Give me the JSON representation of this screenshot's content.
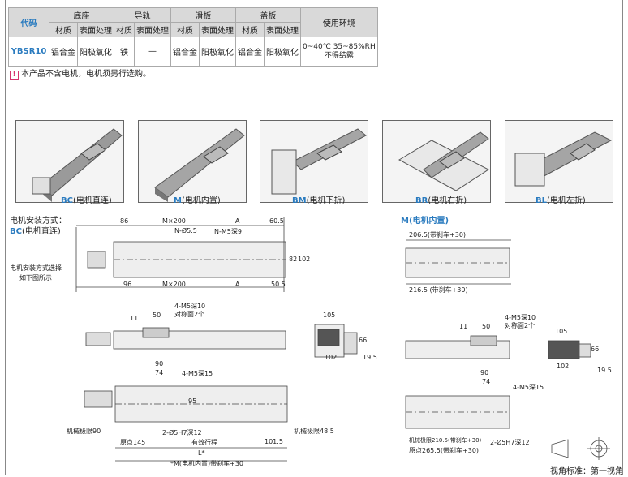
{
  "table": {
    "h_code": "代码",
    "h_base": "底座",
    "h_rail": "导轨",
    "h_slider": "滑板",
    "h_cover": "盖板",
    "h_env": "使用环境",
    "h_material": "材质",
    "h_surface": "表面处理",
    "row_code": "YBSR10",
    "base_material": "铝合金",
    "base_surface": "阳极氧化",
    "rail_material": "铁",
    "rail_surface": "—",
    "slider_material": "铝合金",
    "slider_surface": "阳极氧化",
    "cover_material": "铝合金",
    "cover_surface": "阳极氧化",
    "env_line1": "0~40℃ 35~85%RH",
    "env_line2": "不得结露"
  },
  "note": {
    "icon": "warning-icon",
    "text": "本产品不含电机，电机须另行选购。"
  },
  "photos": [
    {
      "code": "BC",
      "label": "(电机直连)"
    },
    {
      "code": "M",
      "label": "(电机内置)"
    },
    {
      "code": "BM",
      "label": "(电机下折)"
    },
    {
      "code": "BR",
      "label": "(电机右折)"
    },
    {
      "code": "BL",
      "label": "(电机左折)"
    }
  ],
  "left": {
    "mount_title": "电机安装方式：",
    "mount_code": "BC",
    "mount_name": "(电机直连)",
    "select_line1": "电机安装方式选择",
    "select_line2": "如下图所示",
    "d86": "86",
    "dMx200": "M×200",
    "dA": "A",
    "d605": "60.5",
    "dN55": "N-Ø5.5",
    "dNM5": "N-M5深9",
    "d82": "82",
    "d102v": "102",
    "d96": "96",
    "dMx200b": "M×200",
    "dAb": "A",
    "d505": "50.5",
    "d4M5a": "4-M5深10",
    "d4M5a2": "对称面2个",
    "d11": "11",
    "d50": "50",
    "d105": "105",
    "d66": "66",
    "d102": "102",
    "d195": "19.5",
    "d90": "90",
    "d74": "74",
    "d4M5b": "4-M5深15",
    "d95": "95",
    "limit_left": "机械极限90",
    "limit_right": "机械极限48.5",
    "d2phi": "2-Ø5H7深12",
    "origin": "原点145",
    "stroke": "有效行程",
    "d1015": "101.5",
    "dL": "L*",
    "foot": "*M(电机内置)带刹车+30"
  },
  "right": {
    "title": "M(电机内置)",
    "d2065": "206.5(带刹车+30)",
    "d2165": "216.5 (带刹车+30)",
    "d11": "11",
    "d50": "50",
    "d4M5a": "4-M5深10",
    "d4M5a2": "对称面2个",
    "d105": "105",
    "d66": "66",
    "d102": "102",
    "d195": "19.5",
    "d90": "90",
    "d74": "74",
    "d4M5b": "4-M5深15",
    "limit": "机械极限210.5(带刹车+30)",
    "d2phi": "2-Ø5H7深12",
    "origin": "原点265.5(带刹车+30)",
    "view_label": "视角标准：第一视角"
  },
  "colors": {
    "accent": "#2a7bbf",
    "pink": "#c4307c"
  }
}
